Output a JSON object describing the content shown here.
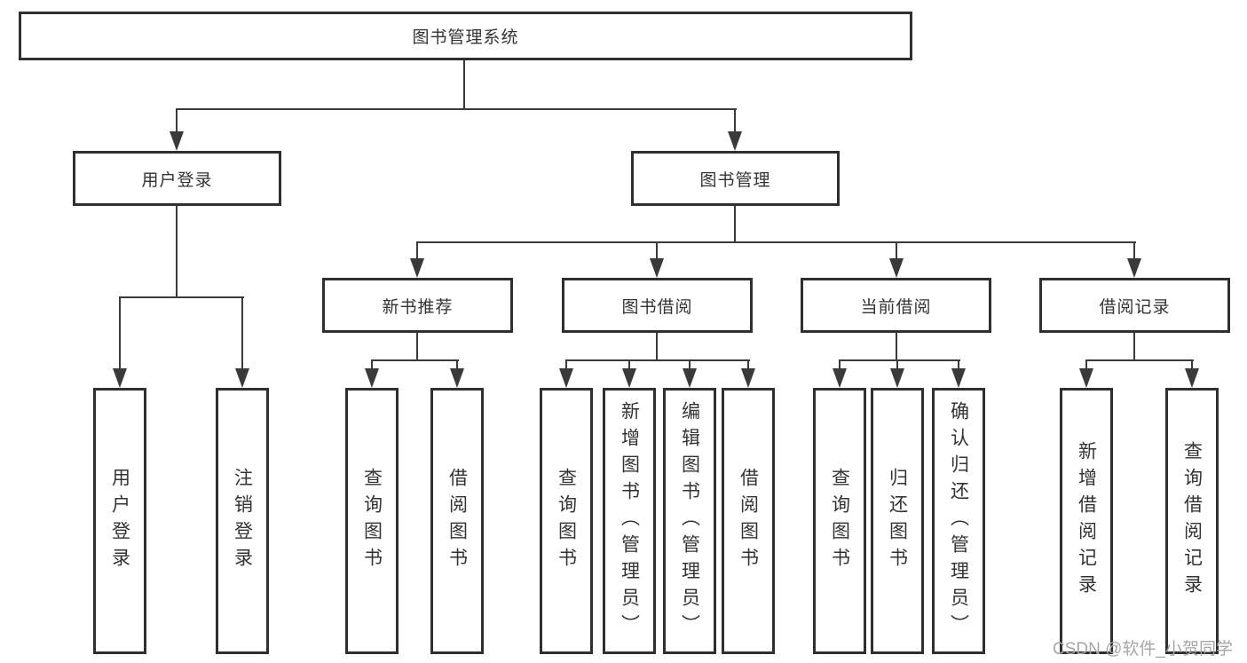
{
  "diagram": {
    "type": "hierarchy-tree",
    "colors": {
      "background": "#ffffff",
      "box_fill": "#ffffff",
      "box_border": "#2f2f2f",
      "connector": "#3a3a3a",
      "text": "#333333",
      "watermark": "#a6a6a6"
    },
    "tree": {
      "root": {
        "label": "图书管理系统"
      },
      "branches": [
        {
          "label": "用户登录",
          "children": [
            {
              "label": "用户登录"
            },
            {
              "label": "注销登录"
            }
          ]
        },
        {
          "label": "图书管理",
          "children": [
            {
              "label": "新书推荐",
              "children": [
                {
                  "label": "查询图书"
                },
                {
                  "label": "借阅图书"
                }
              ]
            },
            {
              "label": "图书借阅",
              "children": [
                {
                  "label": "查询图书"
                },
                {
                  "label": "新增图书（管理员）"
                },
                {
                  "label": "编辑图书（管理员）"
                },
                {
                  "label": "借阅图书"
                }
              ]
            },
            {
              "label": "当前借阅",
              "children": [
                {
                  "label": "查询图书"
                },
                {
                  "label": "归还图书"
                },
                {
                  "label": "确认归还（管理员）"
                }
              ]
            },
            {
              "label": "借阅记录",
              "children": [
                {
                  "label": "新增借阅记录"
                },
                {
                  "label": "查询借阅记录"
                }
              ]
            }
          ]
        }
      ]
    },
    "watermark": {
      "text": "CSDN @软件_小贺同学"
    }
  }
}
